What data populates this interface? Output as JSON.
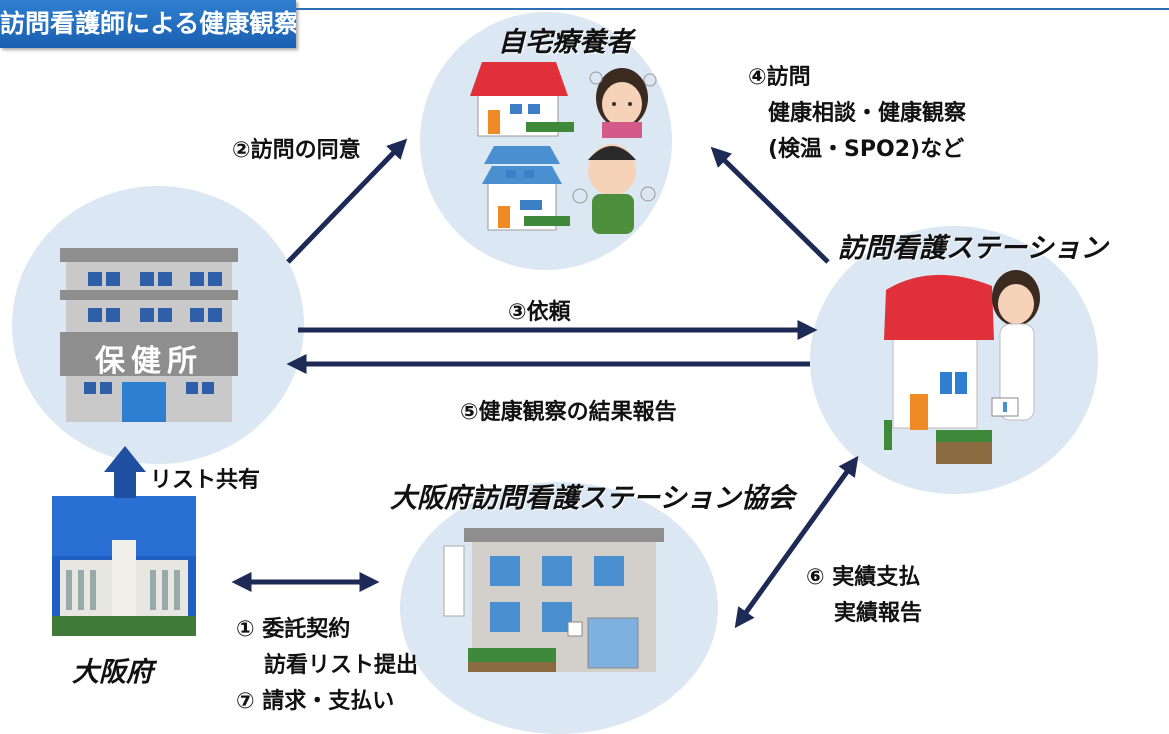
{
  "title": "訪問看護師による健康観察",
  "nodes": {
    "home": "自宅療養者",
    "health_center": "保健所",
    "station": "訪問看護ステーション",
    "association": "大阪府訪問看護ステーション協会",
    "osaka": "大阪府"
  },
  "labels": {
    "consent": "②訪問の同意",
    "visit_1": "④訪問",
    "visit_2": "健康相談・健康観察",
    "visit_3": "(検温・SPO2)など",
    "request": "③依頼",
    "report": "⑤健康観察の結果報告",
    "list_share": "リスト共有",
    "contract_1": "① 委託契約",
    "contract_2": "訪看リスト提出",
    "contract_3": "⑦ 請求・支払い",
    "payment_1": "⑥ 実績支払",
    "payment_2": "実績報告"
  },
  "colors": {
    "title_bg": "#1a5fb0",
    "circle": "#dbe7f3",
    "arrow": "#1c2a55",
    "roof_red": "#e0303a",
    "building_gray": "#8e8e8e"
  }
}
